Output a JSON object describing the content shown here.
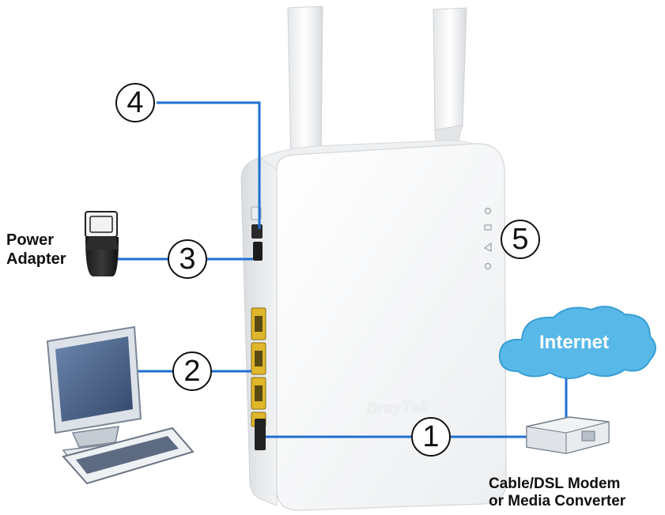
{
  "labels": {
    "power_adapter": [
      "Power",
      "Adapter"
    ],
    "modem": [
      "Cable/DSL Modem",
      "or Media Converter"
    ],
    "internet": "Internet",
    "brand": "DrayTek"
  },
  "callouts": [
    "1",
    "2",
    "3",
    "4",
    "5"
  ],
  "colors": {
    "connector_line": "#1f6fd1",
    "cloud": "#58b8e8",
    "router_body": "#f4f5f6",
    "port_yellow": "#e0b62a",
    "monitor_screen": "#4a6288"
  },
  "icons": [
    "router",
    "antenna",
    "wall-plug-adapter",
    "desktop-computer",
    "keyboard",
    "modem",
    "internet-cloud",
    "led-power",
    "led-wan",
    "led-wifi",
    "led-wps"
  ]
}
